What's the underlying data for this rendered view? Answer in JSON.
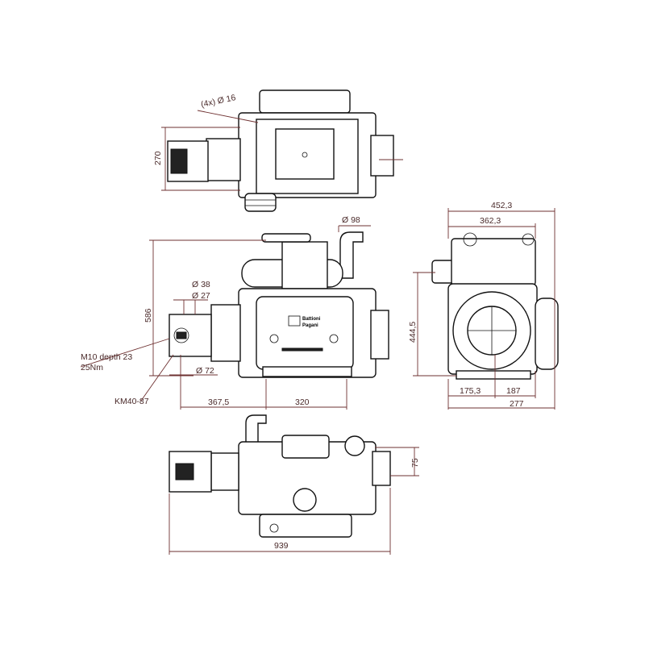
{
  "title": "Vacuum pump dimensional drawing",
  "colors": {
    "dimension": "#6e3030",
    "outline": "#111111"
  },
  "top_view": {
    "holes": "(4x)  Ø 16",
    "width": "270"
  },
  "front_view": {
    "outlet_dia": "Ø 98",
    "shaft_dia_outer": "Ø 38",
    "shaft_dia_inner": "Ø 27",
    "height": "586",
    "thread_note_1": "M10 depth 23",
    "thread_note_2": "25Nm",
    "flange_dia": "Ø 72",
    "coupling": "KM40-87",
    "len_a": "367,5",
    "len_b": "320"
  },
  "side_view": {
    "width_total": "452,3",
    "width_inner": "362,3",
    "height": "444,5",
    "base_a": "175,3",
    "base_b": "187",
    "base_total": "277"
  },
  "bottom_view": {
    "offset": "75",
    "length": "939"
  }
}
